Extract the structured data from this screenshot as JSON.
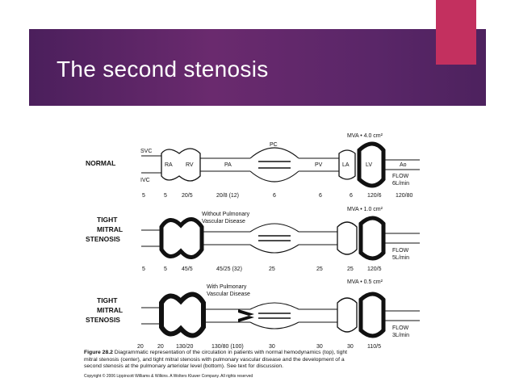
{
  "slide": {
    "title": "The second stenosis"
  },
  "rows": [
    {
      "label_lines": [
        "NORMAL"
      ],
      "mva": "MVA • 4.0 cm²",
      "note_lines": [],
      "pc": "PC",
      "chambers": [
        "SVC",
        "IVC",
        "RA",
        "RV",
        "PA",
        "PV",
        "LA",
        "LV",
        "Ao"
      ],
      "flow_lines": [
        "FLOW",
        "6L/min"
      ],
      "pressures": [
        "5",
        "5",
        "20/5",
        "20/8 (12)",
        "6",
        "6",
        "6",
        "120/6",
        "120/80"
      ]
    },
    {
      "label_lines": [
        "TIGHT",
        "MITRAL",
        "STENOSIS"
      ],
      "mva": "MVA • 1.0 cm²",
      "note_lines": [
        "Without Pulmonary",
        "Vascular Disease"
      ],
      "flow_lines": [
        "FLOW",
        "5L/min"
      ],
      "pressures": [
        "5",
        "5",
        "45/5",
        "45/25 (32)",
        "25",
        "25",
        "25",
        "120/5"
      ]
    },
    {
      "label_lines": [
        "TIGHT",
        "MITRAL",
        "STENOSIS"
      ],
      "mva": "MVA • 0.5 cm²",
      "note_lines": [
        "With Pulmonary",
        "Vascular Disease"
      ],
      "flow_lines": [
        "FLOW",
        "3L/min"
      ],
      "pressures": [
        "20",
        "20",
        "130/20",
        "130/80 (100)",
        "30",
        "30",
        "30",
        "110/5"
      ]
    }
  ],
  "caption": {
    "lead": "Figure 28.2",
    "lines": [
      "Diagrammatic representation of the circulation in patients with normal hemodynamics (top), tight",
      "mitral stenosis (center), and tight mitral stenosis with pulmonary vascular disease and the development of a",
      "second stenosis at the pulmonary arteriolar level (bottom). See text for discussion."
    ],
    "copyright": "Copyright © 2006 Lippincott Williams & Wilkins. A Wolters Kluwer Company. All rights reserved"
  }
}
